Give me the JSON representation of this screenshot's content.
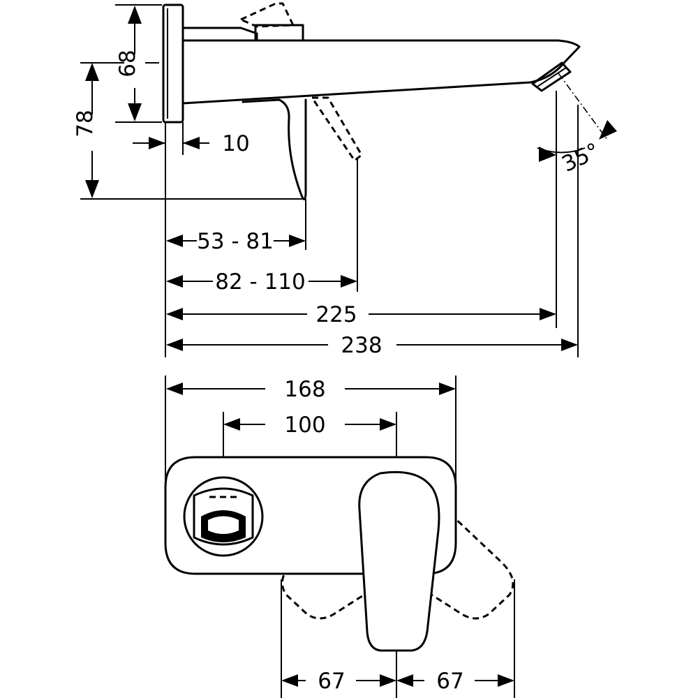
{
  "side_view": {
    "dim_height_plate": "68",
    "dim_height_outlet": "78",
    "dim_plate_thickness": "10",
    "dim_angle": "35°",
    "dim_lever_range": "53 - 81",
    "dim_lever_range_open": "82 - 110",
    "dim_spout_length": "225",
    "dim_total_length": "238"
  },
  "front_view": {
    "dim_plate_width": "168",
    "dim_center_distance": "100",
    "dim_swing_left": "67",
    "dim_swing_right": "67"
  }
}
